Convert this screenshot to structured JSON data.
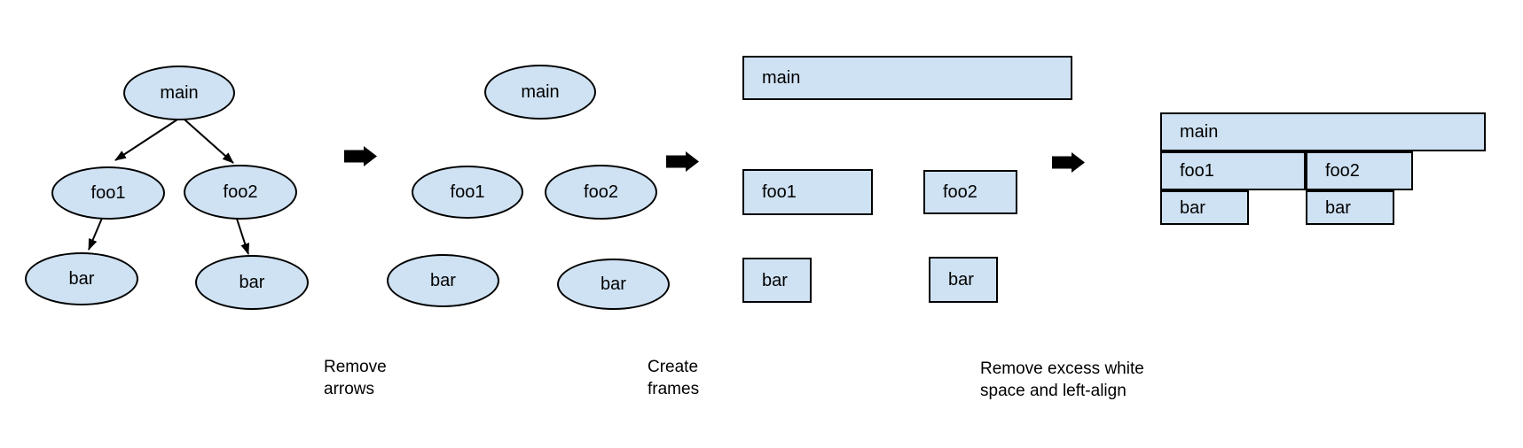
{
  "figure": {
    "colors": {
      "background": "#ffffff",
      "node_fill": "#cfe2f3",
      "node_stroke": "#000000",
      "arrow": "#000000",
      "text": "#000000"
    },
    "groups": [
      {
        "name": "call-tree-with-arrows",
        "shape": "ellipse",
        "nodes": [
          {
            "label": "main"
          },
          {
            "label": "foo1"
          },
          {
            "label": "foo2"
          },
          {
            "label": "bar"
          },
          {
            "label": "bar"
          }
        ],
        "edges": [
          "main->foo1",
          "main->foo2",
          "foo1->bar",
          "foo2->bar"
        ]
      },
      {
        "name": "call-tree-arrows-removed",
        "shape": "ellipse",
        "nodes": [
          {
            "label": "main"
          },
          {
            "label": "foo1"
          },
          {
            "label": "foo2"
          },
          {
            "label": "bar"
          },
          {
            "label": "bar"
          }
        ],
        "edges": []
      },
      {
        "name": "frames",
        "shape": "rect",
        "nodes": [
          {
            "label": "main"
          },
          {
            "label": "foo1"
          },
          {
            "label": "foo2"
          },
          {
            "label": "bar"
          },
          {
            "label": "bar"
          }
        ],
        "edges": []
      },
      {
        "name": "flame-graph",
        "shape": "rect",
        "nodes": [
          {
            "label": "main"
          },
          {
            "label": "foo1"
          },
          {
            "label": "foo2"
          },
          {
            "label": "bar"
          },
          {
            "label": "bar"
          }
        ],
        "edges": []
      }
    ],
    "captions": [
      {
        "text": "Remove\narrows"
      },
      {
        "text": "Create\nframes"
      },
      {
        "text": "Remove excess white\nspace and left-align"
      }
    ]
  }
}
